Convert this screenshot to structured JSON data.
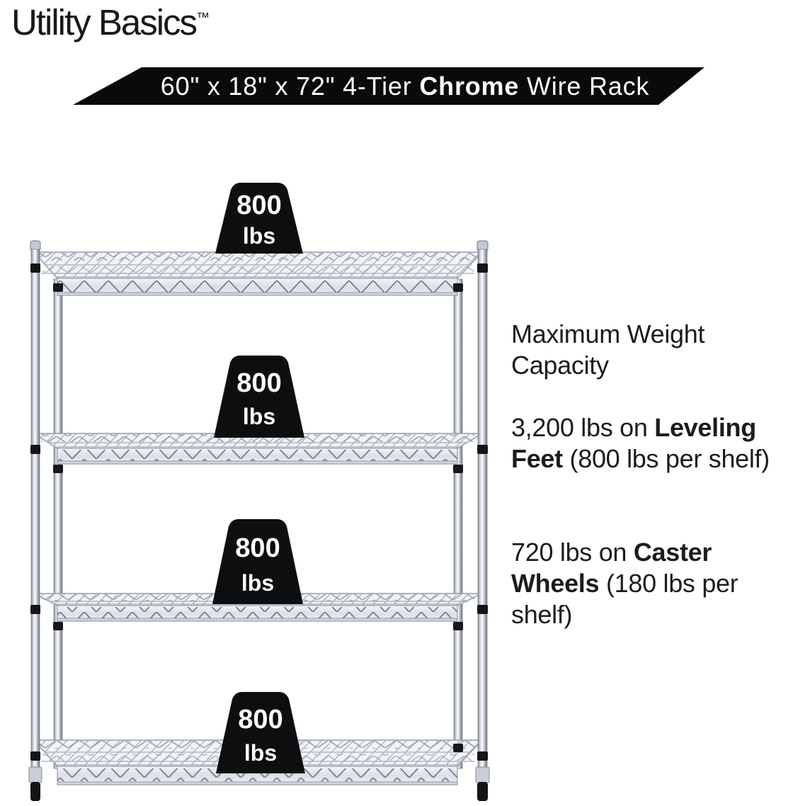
{
  "brand": {
    "name": "Utility Basics",
    "trademark_symbol": "™"
  },
  "banner": {
    "pre_bold": "60\" x 18\" x 72\" 4-Tier ",
    "bold": "Chrome",
    "post_bold": " Wire Rack",
    "bg_color": "#0a0a0b",
    "text_color": "#ffffff"
  },
  "shelf_weight_labels": [
    {
      "value": "800",
      "unit": "lbs"
    },
    {
      "value": "800",
      "unit": "lbs"
    },
    {
      "value": "800",
      "unit": "lbs"
    },
    {
      "value": "800",
      "unit": "lbs"
    }
  ],
  "details": {
    "heading": "Maximum Weight Capacity",
    "items": [
      {
        "pre": "3,200 lbs on ",
        "bold": "Leveling Feet",
        "post": " (800 lbs per shelf)"
      },
      {
        "pre": "720 lbs on ",
        "bold": "Caster Wheels",
        "post": " (180 lbs per shelf)"
      }
    ]
  },
  "illustration": {
    "name": "four-tier-chrome-wire-rack-photo",
    "weight_block_color": "#0d0e10",
    "chrome_light": "#f4f6f9",
    "chrome_dark": "#7a8089"
  }
}
